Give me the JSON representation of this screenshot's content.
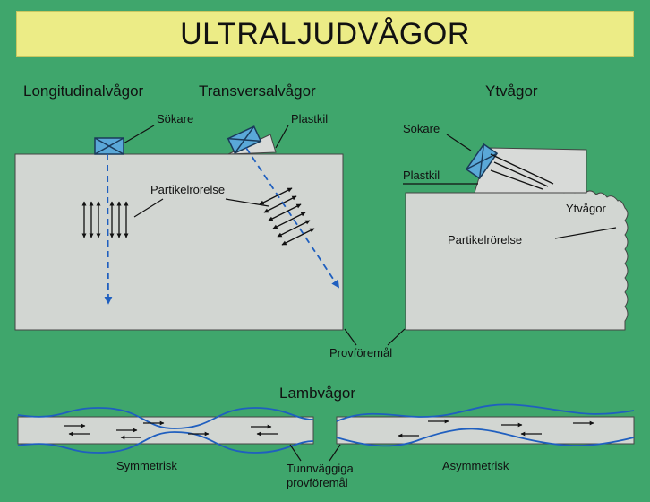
{
  "title": "ULTRALJUDVÅGOR",
  "sections": {
    "longitudinal": "Longitudinalvågor",
    "transversal": "Transversalvågor",
    "surface": "Ytvågor",
    "lamb": "Lambvågor"
  },
  "labels": {
    "probe_top": "Sökare",
    "wedge_top": "Plastkil",
    "particle_motion_left": "Partikelrörelse",
    "probe_right": "Sökare",
    "wedge_right": "Plastkil",
    "surface_wave": "Ytvågor",
    "particle_motion_right": "Partikelrörelse",
    "test_object": "Provföremål",
    "symmetric": "Symmetrisk",
    "asymmetric": "Asymmetrisk",
    "thin_walled_line1": "Tunnväggiga",
    "thin_walled_line2": "provföremål"
  },
  "colors": {
    "background": "#3fa66c",
    "banner": "#ecec86",
    "block": "#d2d6d2",
    "wave_blue": "#1f5fbf",
    "probe": "#5aa8d8"
  }
}
